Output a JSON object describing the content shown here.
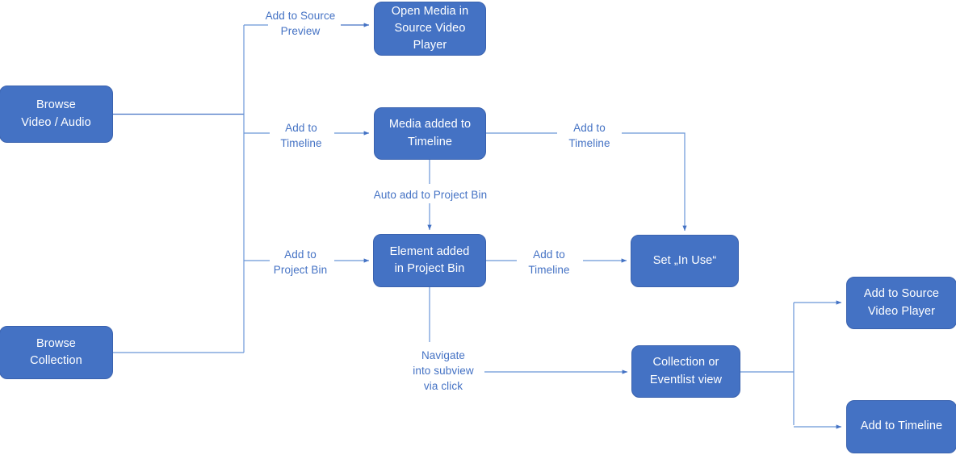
{
  "diagram": {
    "type": "flowchart",
    "title": "Media browsing and adding workflow",
    "colors": {
      "node_fill": "#4472C4",
      "node_border": "#3A62AE",
      "node_text": "#FFFFFF",
      "label_text": "#4472C4",
      "connector": "#6A96D8",
      "background": "#FFFFFF"
    },
    "nodes": [
      {
        "id": "browse-video-audio",
        "label": "Browse\nVideo / Audio"
      },
      {
        "id": "open-media-source-video-player",
        "label": "Open Media in\nSource Video\nPlayer"
      },
      {
        "id": "media-added-to-timeline",
        "label": "Media added to\nTimeline"
      },
      {
        "id": "element-added-in-project-bin",
        "label": "Element added\nin Project Bin"
      },
      {
        "id": "set-in-use",
        "label": "Set „In Use“"
      },
      {
        "id": "browse-collection",
        "label": "Browse\nCollection"
      },
      {
        "id": "collection-or-eventlist-view",
        "label": "Collection or\nEventlist view"
      },
      {
        "id": "add-to-source-video-player",
        "label": "Add to Source\nVideo Player"
      },
      {
        "id": "add-to-timeline-end",
        "label": "Add to Timeline"
      }
    ],
    "edge_labels": [
      {
        "id": "add-to-source-preview",
        "label": "Add to Source\nPreview"
      },
      {
        "id": "add-to-timeline-top",
        "label": "Add to\nTimeline"
      },
      {
        "id": "add-to-timeline-right",
        "label": "Add to\nTimeline"
      },
      {
        "id": "auto-add-to-project-bin",
        "label": "Auto add to Project Bin"
      },
      {
        "id": "add-to-project-bin",
        "label": "Add to\nProject Bin"
      },
      {
        "id": "add-to-timeline-mid",
        "label": "Add to\nTimeline"
      },
      {
        "id": "navigate-into-subview-via-click",
        "label": "Navigate\ninto subview\nvia click"
      }
    ]
  }
}
